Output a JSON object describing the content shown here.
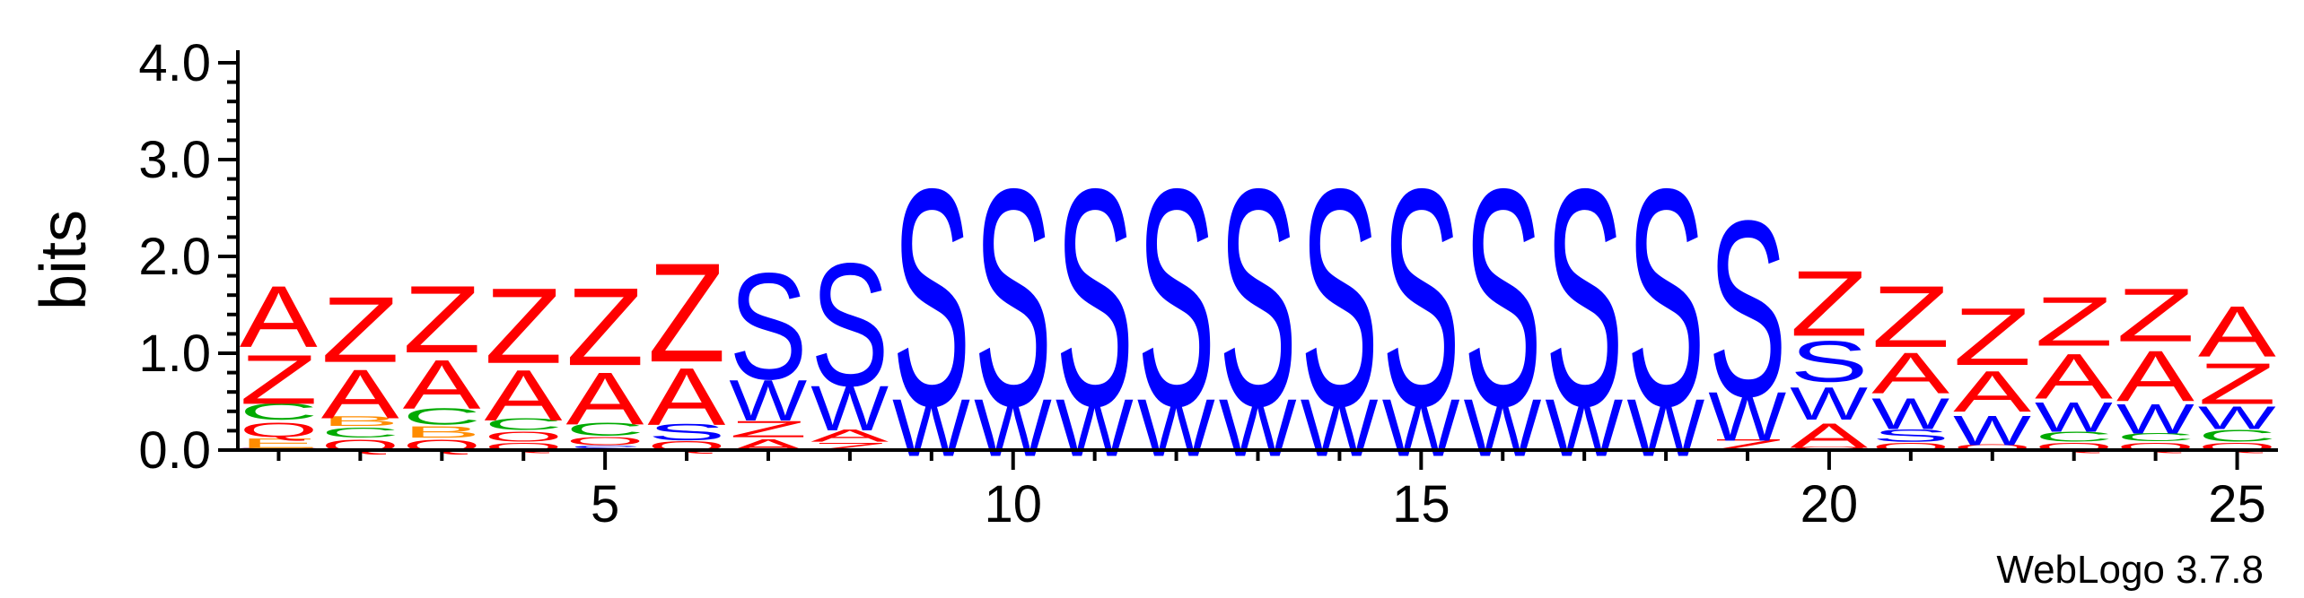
{
  "chart_data": {
    "type": "sequence-logo",
    "ylabel": "bits",
    "ylim": [
      0,
      4.0
    ],
    "yticks": [
      "0.0",
      "1.0",
      "2.0",
      "3.0",
      "4.0"
    ],
    "xticks": [
      5,
      10,
      15,
      20,
      25
    ],
    "credit": "WebLogo 3.7.8",
    "colors": {
      "A": "#ff0000",
      "Z": "#ff0000",
      "S": "#0000ff",
      "W": "#0000ff",
      "C": "#00aa00",
      "B": "#ff8c00",
      "Q": "#ff0000",
      "R": "#ff0000",
      "O": "#ff0000",
      "E": "#ff8c00",
      "V": "#800080"
    },
    "positions": [
      {
        "pos": 1,
        "stack": [
          [
            "V",
            0.03
          ],
          [
            "E",
            0.12
          ],
          [
            "Q",
            0.18
          ],
          [
            "C",
            0.2
          ],
          [
            "Z",
            0.6
          ],
          [
            "A",
            0.75
          ]
        ]
      },
      {
        "pos": 2,
        "stack": [
          [
            "Q",
            0.14
          ],
          [
            "C",
            0.12
          ],
          [
            "B",
            0.12
          ],
          [
            "A",
            0.6
          ],
          [
            "Z",
            0.8
          ]
        ]
      },
      {
        "pos": 3,
        "stack": [
          [
            "Q",
            0.14
          ],
          [
            "B",
            0.14
          ],
          [
            "C",
            0.2
          ],
          [
            "A",
            0.6
          ],
          [
            "Z",
            0.82
          ]
        ]
      },
      {
        "pos": 4,
        "stack": [
          [
            "Q",
            0.1
          ],
          [
            "O",
            0.12
          ],
          [
            "C",
            0.14
          ],
          [
            "A",
            0.62
          ],
          [
            "Z",
            0.92
          ]
        ]
      },
      {
        "pos": 5,
        "stack": [
          [
            "S",
            0.06
          ],
          [
            "O",
            0.1
          ],
          [
            "C",
            0.16
          ],
          [
            "A",
            0.64
          ],
          [
            "Z",
            0.95
          ]
        ]
      },
      {
        "pos": 6,
        "stack": [
          [
            "Q",
            0.12
          ],
          [
            "S",
            0.2
          ],
          [
            "A",
            0.7
          ],
          [
            "Z",
            1.21
          ]
        ]
      },
      {
        "pos": 7,
        "stack": [
          [
            "A",
            0.15
          ],
          [
            "Z",
            0.2
          ],
          [
            "W",
            0.5
          ],
          [
            "S",
            1.3
          ]
        ]
      },
      {
        "pos": 8,
        "stack": [
          [
            "Z",
            0.1
          ],
          [
            "A",
            0.15
          ],
          [
            "W",
            0.55
          ],
          [
            "S",
            1.5
          ]
        ]
      },
      {
        "pos": 9,
        "stack": [
          [
            "W",
            0.7
          ],
          [
            "S",
            2.65
          ]
        ]
      },
      {
        "pos": 10,
        "stack": [
          [
            "W",
            0.7
          ],
          [
            "S",
            2.65
          ]
        ]
      },
      {
        "pos": 11,
        "stack": [
          [
            "W",
            0.7
          ],
          [
            "S",
            2.65
          ]
        ]
      },
      {
        "pos": 12,
        "stack": [
          [
            "W",
            0.7
          ],
          [
            "S",
            2.65
          ]
        ]
      },
      {
        "pos": 13,
        "stack": [
          [
            "W",
            0.7
          ],
          [
            "S",
            2.65
          ]
        ]
      },
      {
        "pos": 14,
        "stack": [
          [
            "W",
            0.7
          ],
          [
            "S",
            2.65
          ]
        ]
      },
      {
        "pos": 15,
        "stack": [
          [
            "W",
            0.7
          ],
          [
            "S",
            2.65
          ]
        ]
      },
      {
        "pos": 16,
        "stack": [
          [
            "W",
            0.7
          ],
          [
            "S",
            2.65
          ]
        ]
      },
      {
        "pos": 17,
        "stack": [
          [
            "W",
            0.7
          ],
          [
            "S",
            2.65
          ]
        ]
      },
      {
        "pos": 18,
        "stack": [
          [
            "W",
            0.7
          ],
          [
            "S",
            2.65
          ]
        ]
      },
      {
        "pos": 19,
        "stack": [
          [
            "Z",
            0.15
          ],
          [
            "W",
            0.6
          ],
          [
            "S",
            2.15
          ]
        ]
      },
      {
        "pos": 20,
        "stack": [
          [
            "O",
            0.05
          ],
          [
            "A",
            0.3
          ],
          [
            "W",
            0.4
          ],
          [
            "S",
            0.5
          ],
          [
            "Z",
            0.8
          ]
        ]
      },
      {
        "pos": 21,
        "stack": [
          [
            "O",
            0.1
          ],
          [
            "S",
            0.15
          ],
          [
            "W",
            0.38
          ],
          [
            "A",
            0.5
          ],
          [
            "Z",
            0.75
          ]
        ]
      },
      {
        "pos": 22,
        "stack": [
          [
            "O",
            0.08
          ],
          [
            "W",
            0.36
          ],
          [
            "A",
            0.5
          ],
          [
            "Z",
            0.7
          ]
        ]
      },
      {
        "pos": 23,
        "stack": [
          [
            "Q",
            0.1
          ],
          [
            "C",
            0.12
          ],
          [
            "W",
            0.36
          ],
          [
            "A",
            0.55
          ],
          [
            "Z",
            0.6
          ]
        ]
      },
      {
        "pos": 24,
        "stack": [
          [
            "Q",
            0.1
          ],
          [
            "C",
            0.1
          ],
          [
            "W",
            0.36
          ],
          [
            "A",
            0.62
          ],
          [
            "Z",
            0.65
          ]
        ]
      },
      {
        "pos": 25,
        "stack": [
          [
            "Q",
            0.1
          ],
          [
            "C",
            0.14
          ],
          [
            "W",
            0.28
          ],
          [
            "Z",
            0.5
          ],
          [
            "A",
            0.62
          ]
        ]
      }
    ]
  }
}
